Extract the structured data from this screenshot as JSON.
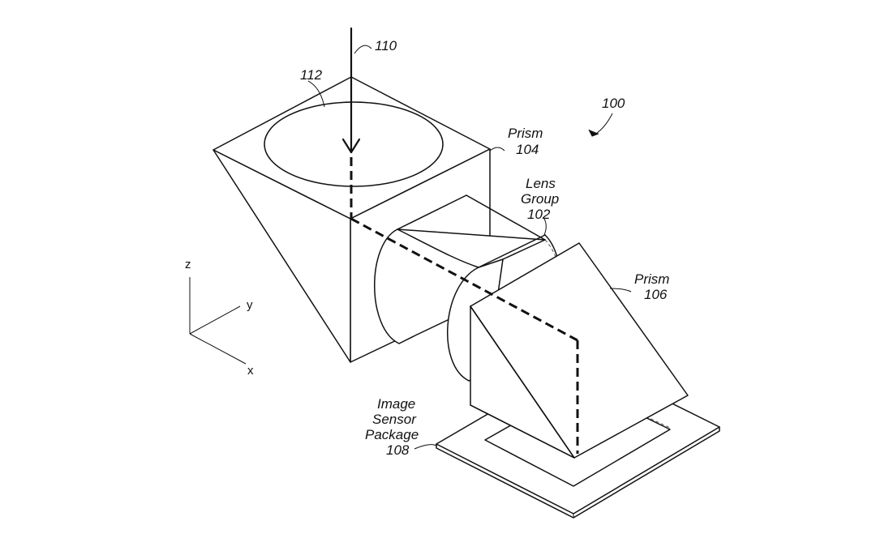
{
  "labels": {
    "ref_110": "110",
    "ref_112": "112",
    "ref_100": "100",
    "prism_104_name": "Prism",
    "prism_104_num": "104",
    "lens_line1": "Lens",
    "lens_line2": "Group",
    "lens_num": "102",
    "prism_106_name": "Prism",
    "prism_106_num": "106",
    "sensor_line1": "Image",
    "sensor_line2": "Sensor",
    "sensor_line3": "Package",
    "sensor_num": "108"
  },
  "axes": {
    "z": "z",
    "y": "y",
    "x": "x"
  },
  "colors": {
    "line": "#111111",
    "background": "#ffffff"
  }
}
